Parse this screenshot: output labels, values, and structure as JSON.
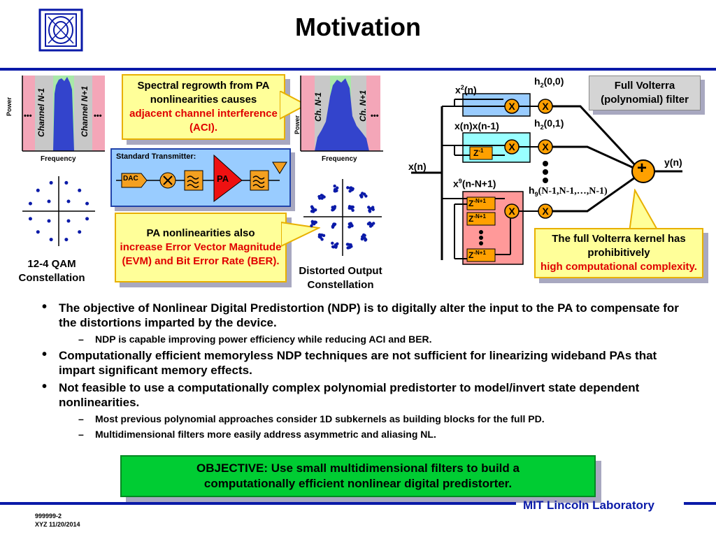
{
  "title": "Motivation",
  "footer": {
    "code": "999999-2",
    "date": "XYZ 11/20/2014",
    "lab": "MIT Lincoln Laboratory"
  },
  "spectrum_left": {
    "ylabel": "Power",
    "xlabel": "Frequency",
    "ch_left": "Channel N-1",
    "ch_right": "Channel N+1",
    "dots": "•••"
  },
  "spectrum_right": {
    "ylabel": "Power",
    "xlabel": "Frequency",
    "ch_left": "Ch. N-1",
    "ch_right": "Ch. N+1",
    "dots": "•••"
  },
  "callout_regrowth": {
    "line1": "Spectral regrowth from PA nonlinearities causes",
    "red": "adjacent channel interference (ACI)."
  },
  "transmitter": {
    "label": "Standard Transmitter:",
    "dac": "DAC",
    "pa": "PA"
  },
  "callout_evm": {
    "line1": "PA nonlinearities also",
    "red": "increase Error Vector Magnitude (EVM) and Bit Error Rate (BER)."
  },
  "constellation_left_caption": "12-4 QAM Constellation",
  "constellation_right_caption": "Distorted Output Constellation",
  "volterra": {
    "title": "Full Volterra (polynomial) filter",
    "input": "x(n)",
    "output": "y(n)",
    "x2": "x",
    "x2_sup": "2",
    "x2_tail": "(n)",
    "xx": "x(n)x(n-1)",
    "x9": "x",
    "x9_sup": "9",
    "x9_tail": "(n-N+1)",
    "h200": "h",
    "h200_sub": "2",
    "h200_tail": "(0,0)",
    "h201": "h",
    "h201_sub": "2",
    "h201_tail": "(0,1)",
    "h9": "h",
    "h9_sub": "9",
    "h9_tail": "(N-1,N-1,…,N-1)",
    "z1": "Z",
    "z1_sup": "-1",
    "zn": "Z",
    "zn_sup": "-N+1",
    "mult": "X",
    "sum": "+"
  },
  "callout_kernel": {
    "line1": "The full Volterra kernel has prohibitively",
    "red": "high computational complexity."
  },
  "bullets": [
    {
      "text": "The objective of Nonlinear Digital Predistortion (NDP) is to digitally alter the input to the PA to compensate for the distortions imparted by the device."
    },
    {
      "sub": "NDP is capable improving power efficiency while reducing ACI and BER."
    },
    {
      "text": "Computationally efficient memoryless NDP techniques are not sufficient for linearizing wideband PAs that impart significant memory effects."
    },
    {
      "text": "Not feasible to use a computationally complex polynomial predistorter to model/invert state dependent nonlinearities."
    },
    {
      "sub": "Most previous polynomial approaches consider 1D subkernels as building blocks for the full PD."
    },
    {
      "sub": "Multidimensional filters more easily address asymmetric and aliasing NL."
    }
  ],
  "objective": "OBJECTIVE: Use small multidimensional filters to build a computationally efficient nonlinear digital predistorter.",
  "colors": {
    "accent_blue": "#0a1aa8",
    "callout_yellow": "#ffff99",
    "objective_green": "#00cc33",
    "highlight_red": "#e00000"
  }
}
